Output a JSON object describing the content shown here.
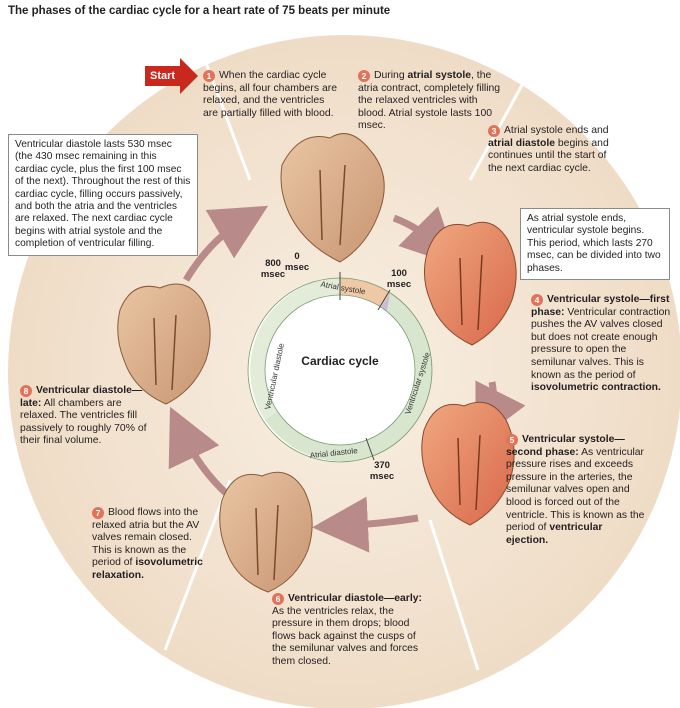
{
  "title": "The phases of the cardiac cycle for a heart rate of 75 beats per minute",
  "start_label": "Start",
  "center_label": "Cardiac cycle",
  "ring_labels": {
    "atrial_systole": "Atrial systole",
    "ventricular_systole": "Ventricular systole",
    "atrial_diastole": "Atrial diastole",
    "ventricular_diastole": "Ventricular diastole"
  },
  "time_marks": {
    "t0": "0 msec",
    "t100": "100 msec",
    "t370": "370 msec",
    "t800": "800 msec"
  },
  "steps": [
    {
      "num": "1",
      "bold": "",
      "text": "When the cardiac cycle begins, all four chambers are relaxed, and the ventricles are partially filled with blood."
    },
    {
      "num": "2",
      "pre": "During ",
      "bold": "atrial systole",
      "text": ", the atria contract, completely filling the relaxed ventricles with blood. Atrial systole lasts 100 msec."
    },
    {
      "num": "3",
      "pre": "Atrial systole ends and ",
      "bold": "atrial diastole",
      "text": " begins and continues until the start of the next cardiac cycle."
    },
    {
      "num": "4",
      "bold": "Ventricular systole—first phase:",
      "text": " Ventricular contraction pushes the AV valves closed but does not create enough pressure to open the semilunar valves. This is known as the period of ",
      "bold2": "isovolumetric contraction."
    },
    {
      "num": "5",
      "bold": "Ventricular systole—second phase:",
      "text": " As ventricular pressure rises and exceeds pressure in the arteries, the semilunar valves open and blood is forced out of the ventricle. This is known as the period of ",
      "bold2": "ventricular ejection."
    },
    {
      "num": "6",
      "bold": "Ventricular diastole—early:",
      "text": " As the ventricles relax, the pressure in them drops; blood flows back against the cusps of the semilunar valves and forces them closed."
    },
    {
      "num": "7",
      "bold": "",
      "text": "Blood flows into the relaxed atria but the AV valves remain closed. This is known as the period of ",
      "bold2": "isovolumetric relaxation."
    },
    {
      "num": "8",
      "bold": "Ventricular diastole—late:",
      "text": " All chambers are relaxed. The ventricles fill passively to roughly 70% of their final volume."
    }
  ],
  "info_boxes": {
    "ventricular_diastole_box": "Ventricular diastole lasts 530 msec (the 430 msec remaining in this cardiac cycle, plus the first 100 msec of the next). Throughout the rest of this cardiac cycle, filling occurs passively, and both the atria and the ventricles are relaxed. The next cardiac cycle begins with atrial systole and the completion of ventricular filling.",
    "ventricular_systole_box": "As atrial systole ends, ventricular systole begins. This period, which lasts 270 msec, can be divided into two phases."
  },
  "colors": {
    "background_disc": "#f3e6d5",
    "ring_atrial_systole": "#efc9a5",
    "ring_ventricular_systole": "#c9bcd8",
    "ring_atrial_diastole": "#d9e6cf",
    "ring_ventricular_diastole": "#e3ecd9",
    "cycle_arrow": "#b98a8a",
    "number_badge": "#e2735a",
    "start_arrow": "#c8281e"
  }
}
